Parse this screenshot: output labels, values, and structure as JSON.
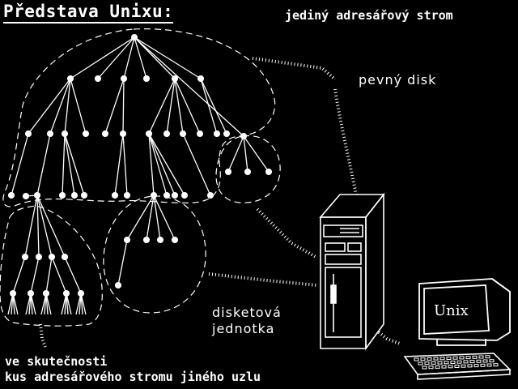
{
  "title": "Představa Unixu:",
  "labels": {
    "tree": "jediný adresářový strom",
    "hard_disk": "pevný disk",
    "floppy_line1": "disketová",
    "floppy_line2": "jednotka",
    "remote_line1": "ve skutečnosti",
    "remote_line2": "kus adresářového stromu jiného uzlu"
  },
  "monitor_screen_text": "Unix",
  "colors": {
    "background": "#000000",
    "foreground": "#ffffff"
  }
}
